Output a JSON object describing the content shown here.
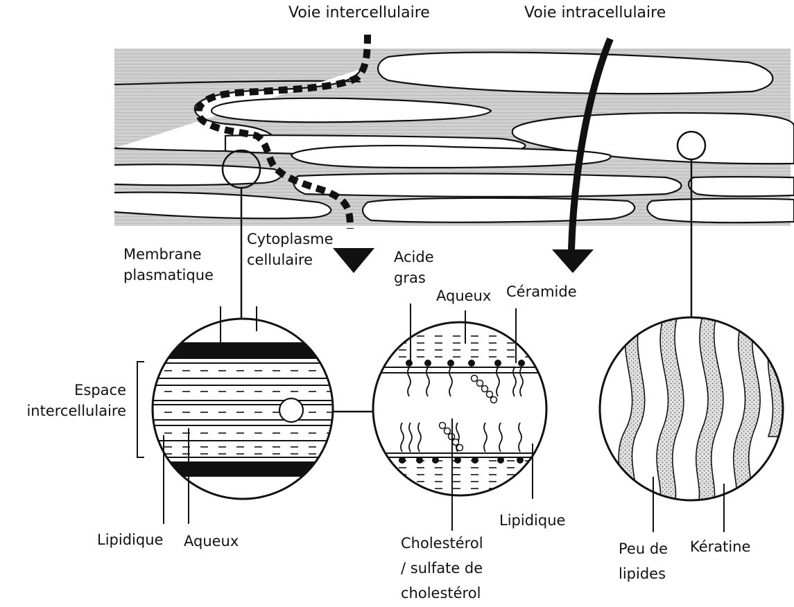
{
  "labels": {
    "voie_intercellulaire": "Voie intercellulaire",
    "voie_intracellulaire": "Voie intracellulaire",
    "membrane_plasmatique": "Membrane\nplasmatique",
    "cytoplasme_cellulaire": "Cytoplasme\ncellulaire",
    "acide_gras": "Acide\ngras",
    "aqueux_middle": "Aqueux",
    "ceramide": "Céramide",
    "espace_intercellulaire": "Espace\nintercellulaire",
    "lipidique_left": "Lipidique",
    "aqueux_left": "Aqueux",
    "cholesterol": "Cholestérol\n/ sulfate de\ncholestérol",
    "lipidique_middle": "Lipidique",
    "peu_de_lipides": "Peu de\nlipides",
    "keratine": "Kératine"
  },
  "colors": {
    "ink": "#111111",
    "cell_fill": "#d4d4d4",
    "background": "#ffffff"
  }
}
